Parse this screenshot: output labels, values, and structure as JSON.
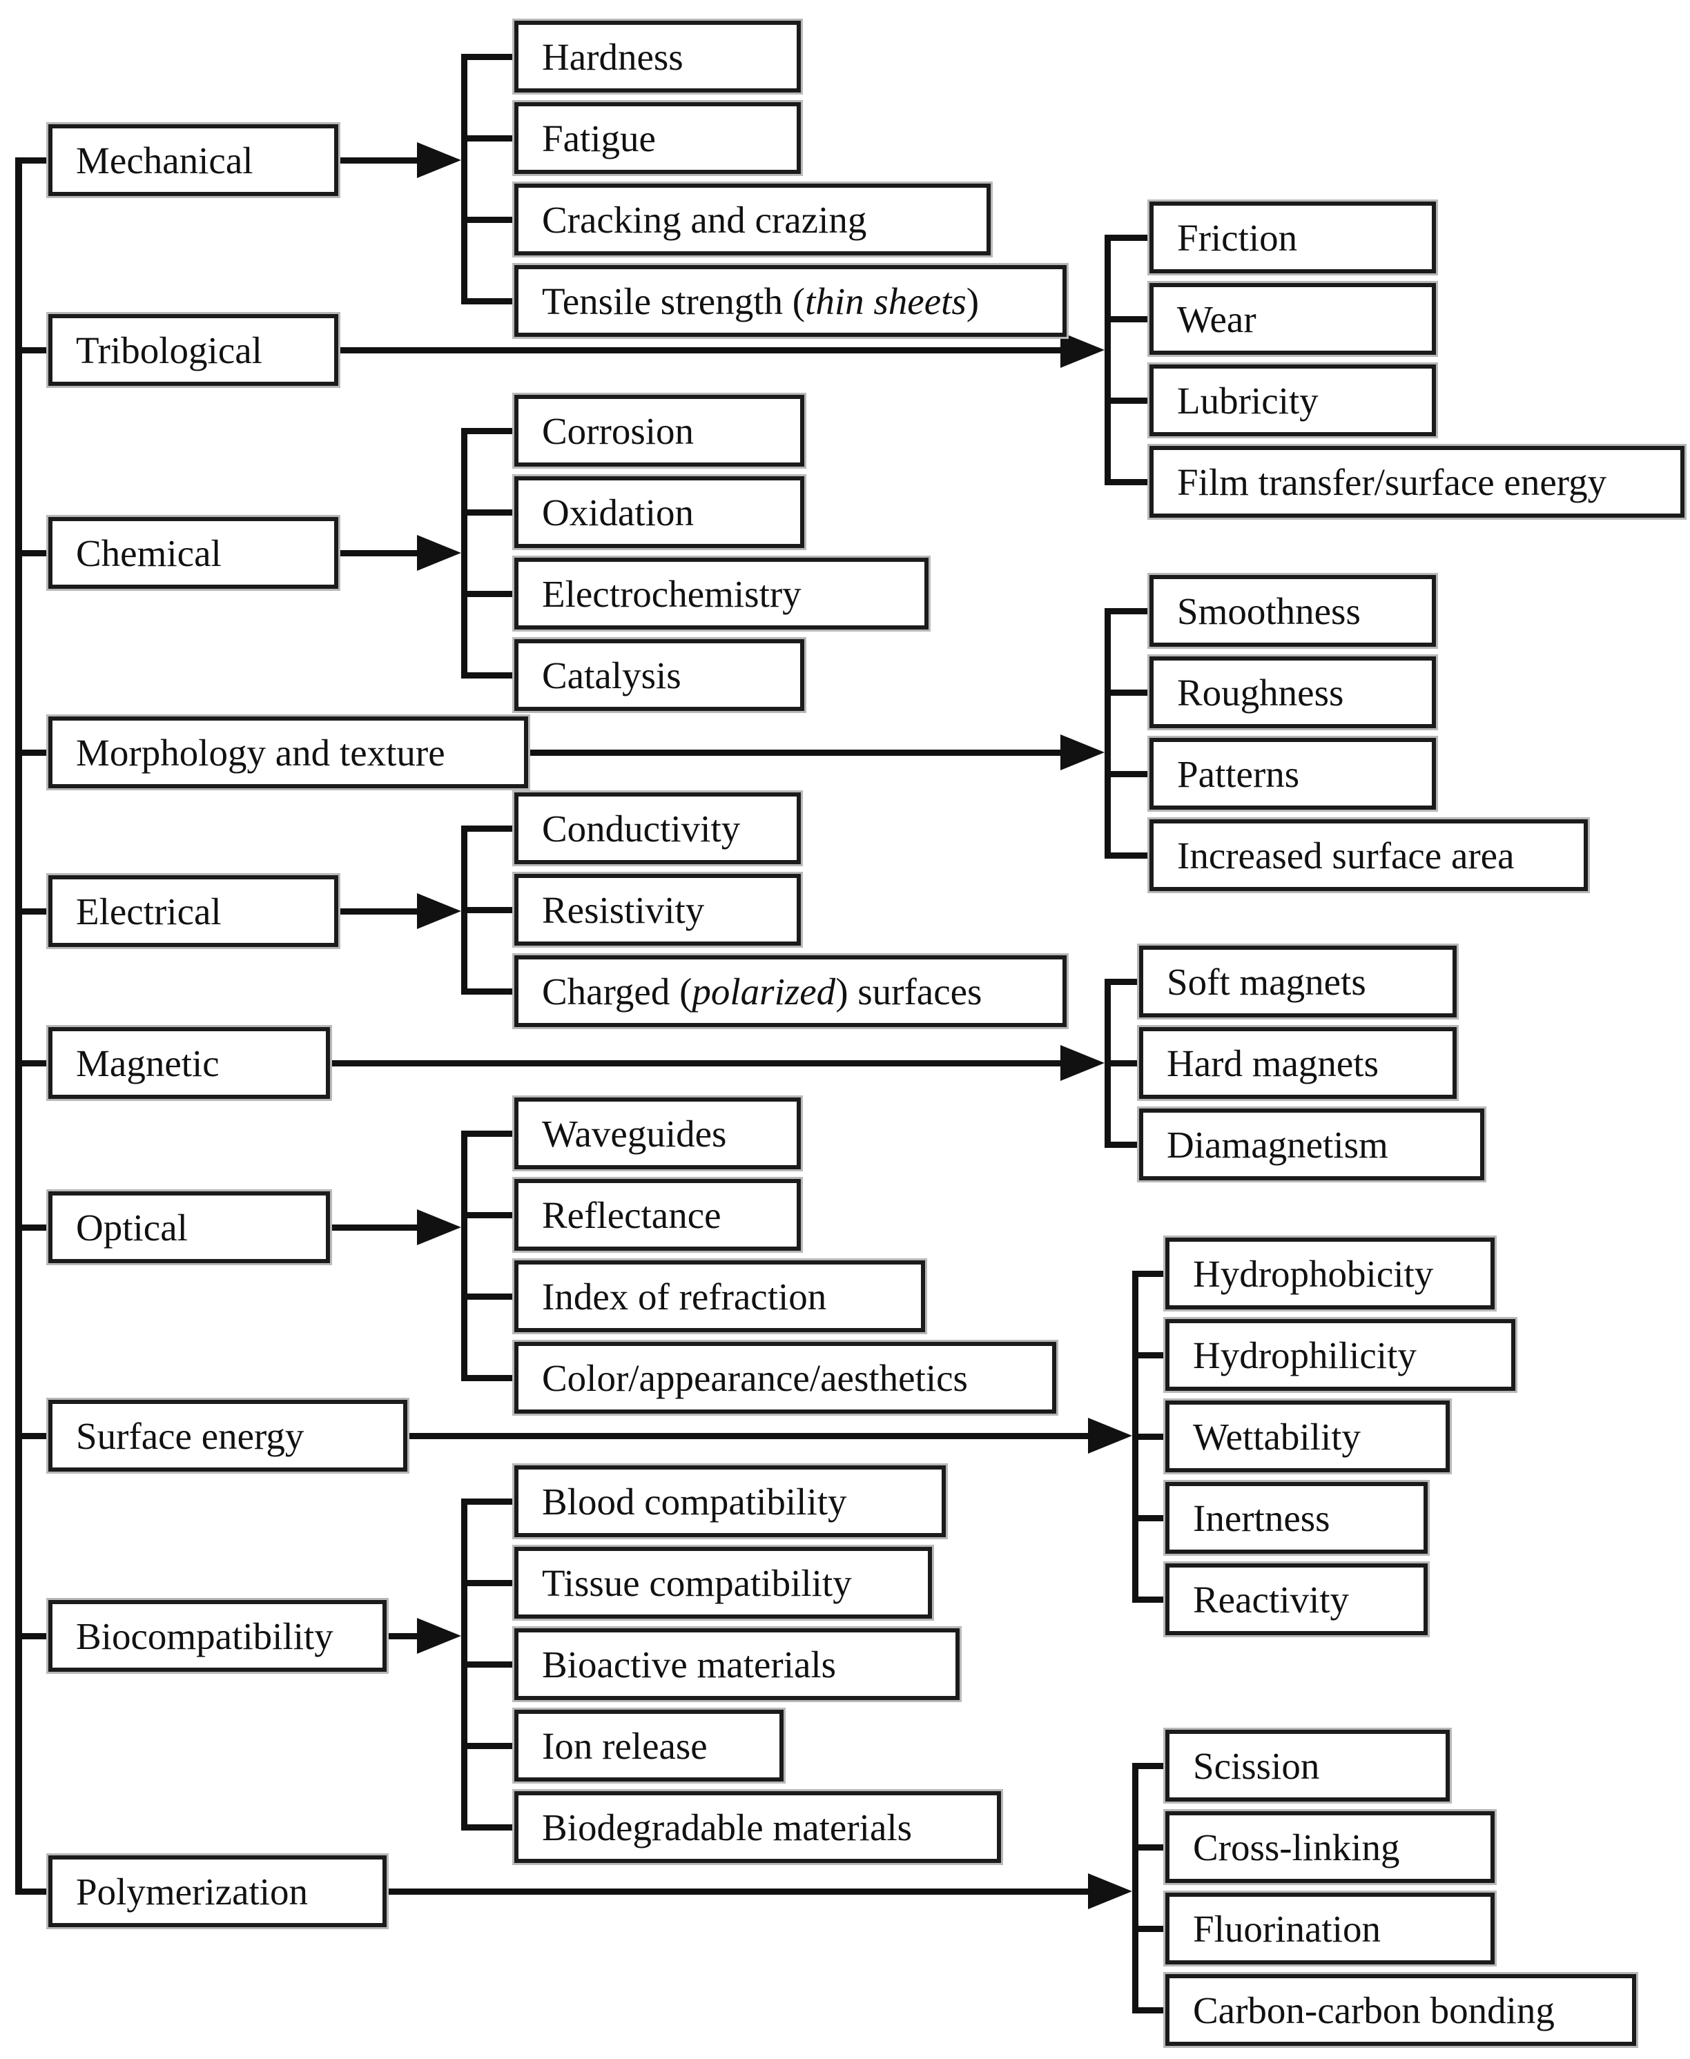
{
  "diagram": {
    "description": "Tree diagram of surface property categories and their sub-properties",
    "colors": {
      "background": "#ffffff",
      "box_fill": "#ffffff",
      "box_border": "#1b1b1b",
      "box_border_outer": "#b8b8b8",
      "line": "#111111",
      "text": "#111111"
    },
    "categories": [
      {
        "label": "Mechanical",
        "children": [
          "Hardness",
          "Fatigue",
          "Cracking and crazing",
          {
            "pre": "Tensile strength (",
            "em": "thin sheets",
            "post": ")"
          }
        ]
      },
      {
        "label": "Tribological",
        "children": [
          "Friction",
          "Wear",
          "Lubricity",
          "Film transfer/surface energy"
        ]
      },
      {
        "label": "Chemical",
        "children": [
          "Corrosion",
          "Oxidation",
          "Electrochemistry",
          "Catalysis"
        ]
      },
      {
        "label": "Morphology and texture",
        "children": [
          "Smoothness",
          "Roughness",
          "Patterns",
          "Increased surface area"
        ]
      },
      {
        "label": "Electrical",
        "children": [
          "Conductivity",
          "Resistivity",
          {
            "pre": "Charged (",
            "em": "polarized",
            "post": ") surfaces"
          }
        ]
      },
      {
        "label": "Magnetic",
        "children": [
          "Soft magnets",
          "Hard magnets",
          "Diamagnetism"
        ]
      },
      {
        "label": "Optical",
        "children": [
          "Waveguides",
          "Reflectance",
          "Index of refraction",
          "Color/appearance/aesthetics"
        ]
      },
      {
        "label": "Surface energy",
        "children": [
          "Hydrophobicity",
          "Hydrophilicity",
          "Wettability",
          "Inertness",
          "Reactivity"
        ]
      },
      {
        "label": "Biocompatibility",
        "children": [
          "Blood compatibility",
          "Tissue compatibility",
          "Bioactive materials",
          "Ion release",
          "Biodegradable materials"
        ]
      },
      {
        "label": "Polymerization",
        "children": [
          "Scission",
          "Cross-linking",
          "Fluorination",
          "Carbon-carbon bonding"
        ]
      }
    ]
  }
}
